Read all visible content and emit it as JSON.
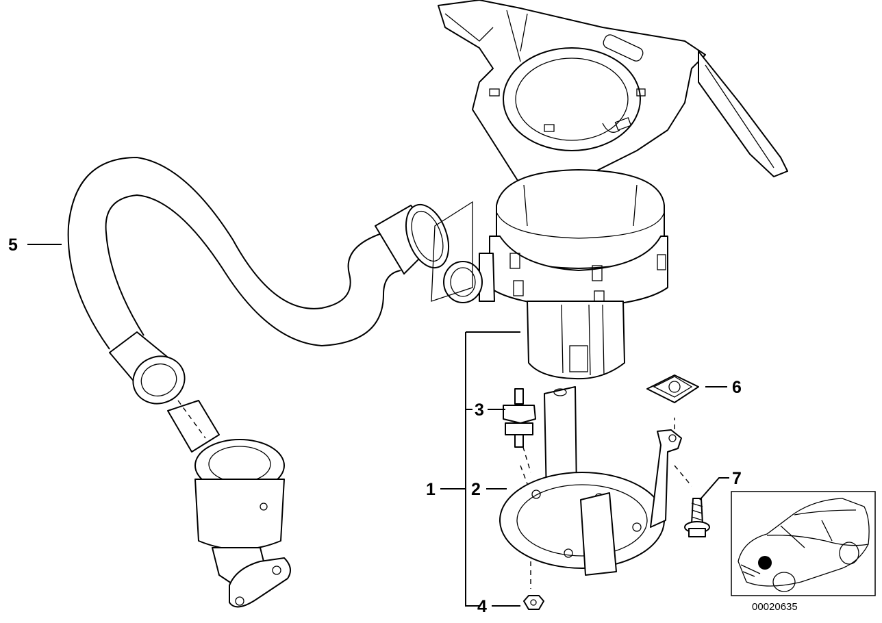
{
  "callouts": {
    "part_1": "1",
    "part_2": "2",
    "part_3": "3",
    "part_4": "4",
    "part_5": "5",
    "part_6": "6",
    "part_7": "7"
  },
  "inset": {
    "diagram_code": "00020635"
  }
}
